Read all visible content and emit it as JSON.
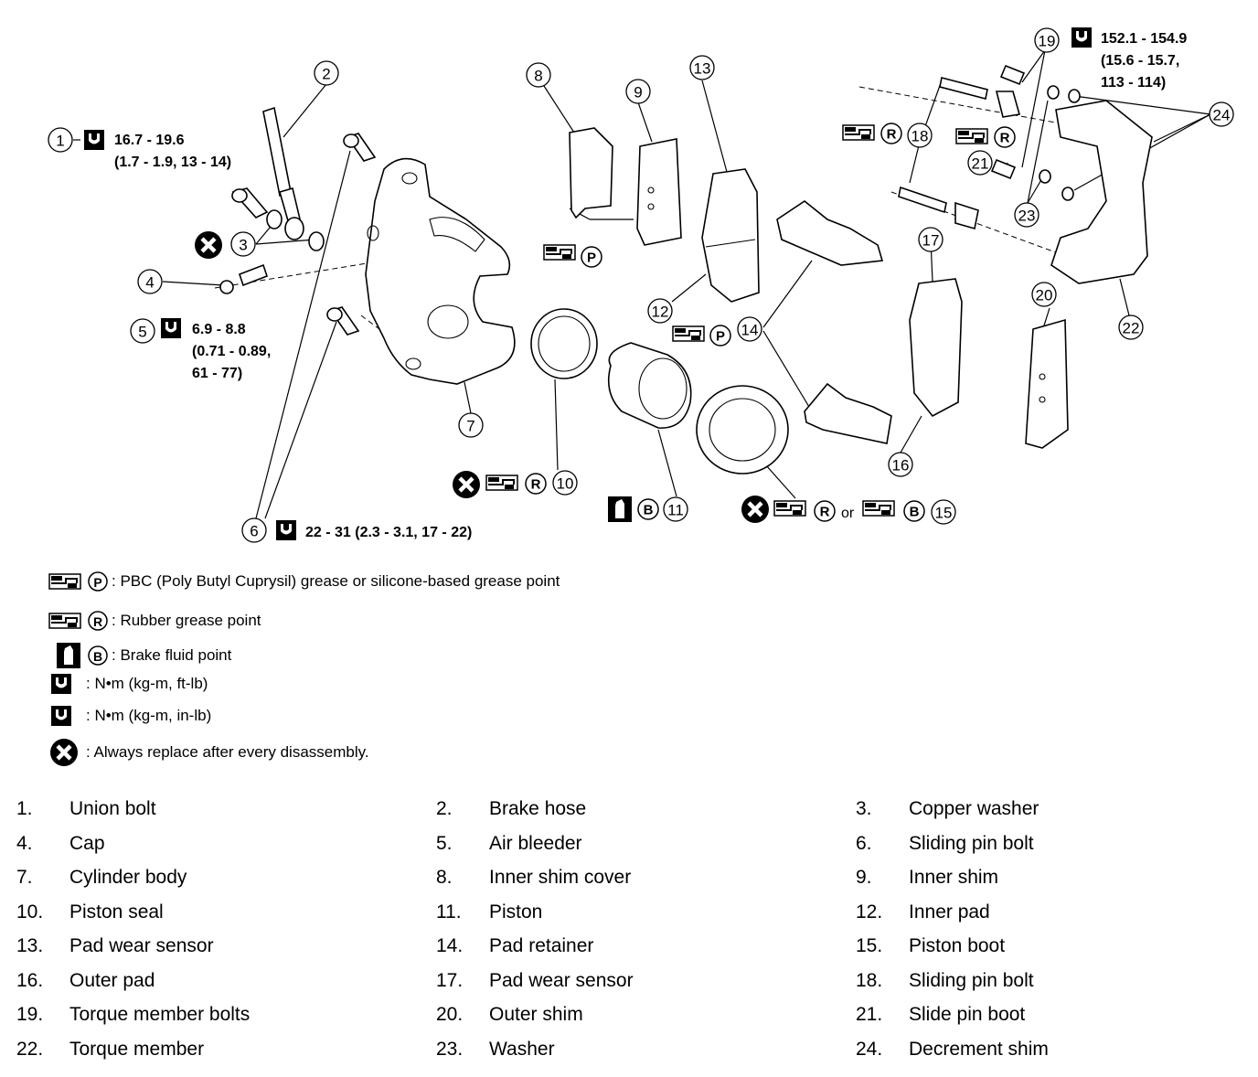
{
  "callouts": [
    {
      "id": "c1",
      "label": "1"
    },
    {
      "id": "c2",
      "label": "2"
    },
    {
      "id": "c3",
      "label": "3"
    },
    {
      "id": "c4",
      "label": "4"
    },
    {
      "id": "c5",
      "label": "5"
    },
    {
      "id": "c6",
      "label": "6"
    },
    {
      "id": "c7",
      "label": "7"
    },
    {
      "id": "c8",
      "label": "8"
    },
    {
      "id": "c9",
      "label": "9"
    },
    {
      "id": "c10",
      "label": "10"
    },
    {
      "id": "c11",
      "label": "11"
    },
    {
      "id": "c12",
      "label": "12"
    },
    {
      "id": "c13",
      "label": "13"
    },
    {
      "id": "c14",
      "label": "14"
    },
    {
      "id": "c15",
      "label": "15"
    },
    {
      "id": "c16",
      "label": "16"
    },
    {
      "id": "c17",
      "label": "17"
    },
    {
      "id": "c18",
      "label": "18"
    },
    {
      "id": "c19",
      "label": "19"
    },
    {
      "id": "c20",
      "label": "20"
    },
    {
      "id": "c21",
      "label": "21"
    },
    {
      "id": "c22",
      "label": "22"
    },
    {
      "id": "c23",
      "label": "23"
    },
    {
      "id": "c24",
      "label": "24"
    }
  ],
  "torque": {
    "t1_line1": "16.7 - 19.6",
    "t1_line2": "(1.7 - 1.9, 13 - 14)",
    "t5_line1": "6.9 - 8.8",
    "t5_line2": "(0.71 - 0.89,",
    "t5_line3": "61 - 77)",
    "t6": "22 - 31 (2.3 - 3.1, 17 - 22)",
    "t19_line1": "152.1 - 154.9",
    "t19_line2": "(15.6 - 15.7,",
    "t19_line3": "113 - 114)"
  },
  "symbol_letters": {
    "pbc": "P",
    "rubber": "R",
    "brake": "B"
  },
  "or_text": "or",
  "legend": [
    {
      "text": ": PBC (Poly Butyl Cuprysil) grease or silicone-based grease point"
    },
    {
      "text": ": Rubber grease point"
    },
    {
      "text": ": Brake fluid point"
    },
    {
      "text": ":  N•m  (kg-m,  ft-lb)"
    },
    {
      "text": ":  N•m  (kg-m,  in-lb)"
    },
    {
      "text": ": Always replace after every disassembly."
    }
  ],
  "parts": [
    {
      "num": "1.",
      "name": "Union bolt"
    },
    {
      "num": "2.",
      "name": "Brake hose"
    },
    {
      "num": "3.",
      "name": "Copper washer"
    },
    {
      "num": "4.",
      "name": "Cap"
    },
    {
      "num": "5.",
      "name": "Air bleeder"
    },
    {
      "num": "6.",
      "name": "Sliding pin bolt"
    },
    {
      "num": "7.",
      "name": "Cylinder body"
    },
    {
      "num": "8.",
      "name": "Inner shim cover"
    },
    {
      "num": "9.",
      "name": "Inner shim"
    },
    {
      "num": "10.",
      "name": "Piston seal"
    },
    {
      "num": "11.",
      "name": "Piston"
    },
    {
      "num": "12.",
      "name": "Inner pad"
    },
    {
      "num": "13.",
      "name": "Pad wear sensor"
    },
    {
      "num": "14.",
      "name": "Pad retainer"
    },
    {
      "num": "15.",
      "name": "Piston boot"
    },
    {
      "num": "16.",
      "name": "Outer pad"
    },
    {
      "num": "17.",
      "name": "Pad wear sensor"
    },
    {
      "num": "18.",
      "name": "Sliding pin bolt"
    },
    {
      "num": "19.",
      "name": "Torque member bolts"
    },
    {
      "num": "20.",
      "name": "Outer shim"
    },
    {
      "num": "21.",
      "name": "Slide pin boot"
    },
    {
      "num": "22.",
      "name": "Torque member"
    },
    {
      "num": "23.",
      "name": "Washer"
    },
    {
      "num": "24.",
      "name": "Decrement shim"
    }
  ]
}
